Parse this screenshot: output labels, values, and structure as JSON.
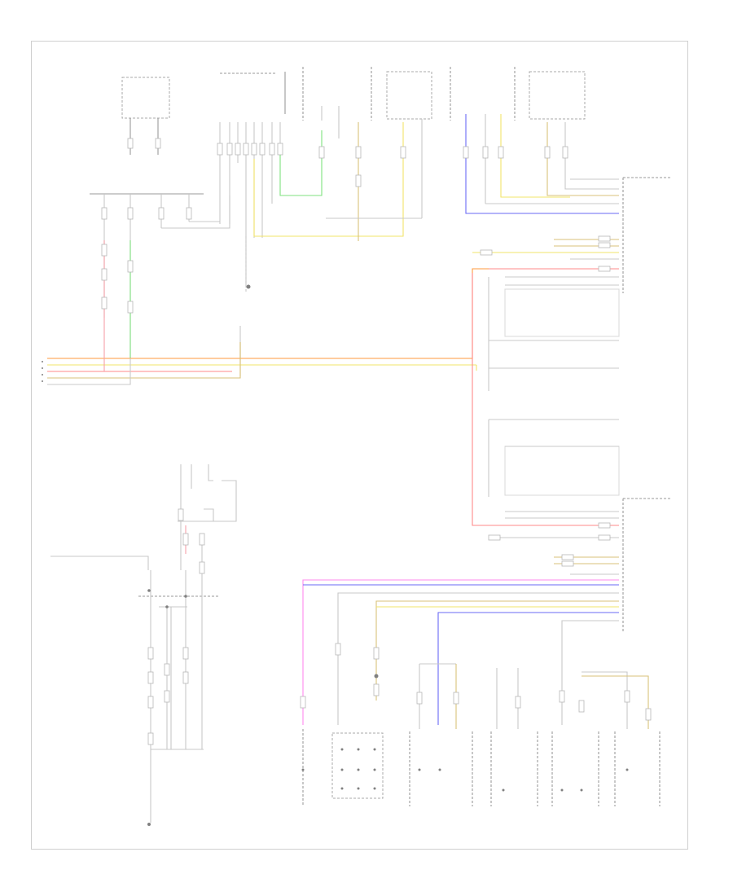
{
  "diagram": {
    "code_label": "",
    "wire_colors": {
      "orange": "#ff9a3c",
      "yellow": "#f2e46a",
      "pink": "#f5a0a8",
      "red": "#ff8a8a",
      "green": "#7fe27f",
      "blue": "#6a6af5",
      "magenta": "#ff88ee",
      "tan": "#d8c27a",
      "gray": "#c8c8c8"
    },
    "components": [
      {
        "id": "top-comp-1"
      },
      {
        "id": "top-comp-2"
      },
      {
        "id": "top-comp-3"
      },
      {
        "id": "top-comp-4"
      },
      {
        "id": "top-comp-5"
      },
      {
        "id": "top-comp-6"
      },
      {
        "id": "right-module-1"
      },
      {
        "id": "right-module-2"
      },
      {
        "id": "right-module-3"
      },
      {
        "id": "right-module-4"
      },
      {
        "id": "bottom-comp-1"
      },
      {
        "id": "bottom-comp-2"
      },
      {
        "id": "bottom-comp-3"
      },
      {
        "id": "bottom-comp-4"
      },
      {
        "id": "bottom-comp-5"
      },
      {
        "id": "bottom-comp-6"
      }
    ]
  }
}
